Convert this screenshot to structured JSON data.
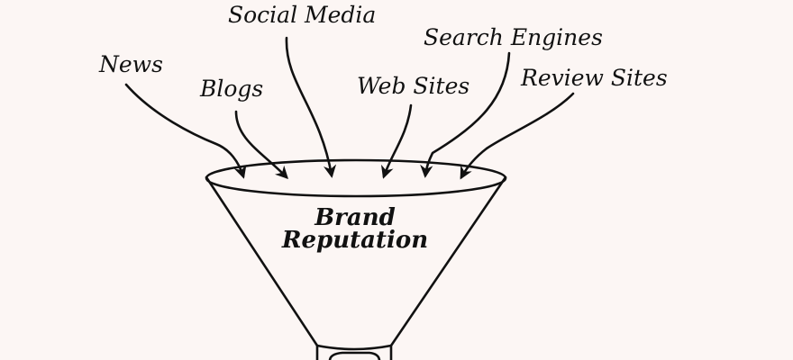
{
  "diagram": {
    "sources": [
      {
        "id": "news",
        "label": "News"
      },
      {
        "id": "blogs",
        "label": "Blogs"
      },
      {
        "id": "social",
        "label": "Social Media"
      },
      {
        "id": "websites",
        "label": "Web Sites"
      },
      {
        "id": "search",
        "label": "Search Engines"
      },
      {
        "id": "review",
        "label": "Review Sites"
      }
    ],
    "funnel": {
      "line1": "Brand",
      "line2": "Reputation"
    }
  },
  "colors": {
    "background": "#fcf6f4",
    "ink": "#111111"
  }
}
